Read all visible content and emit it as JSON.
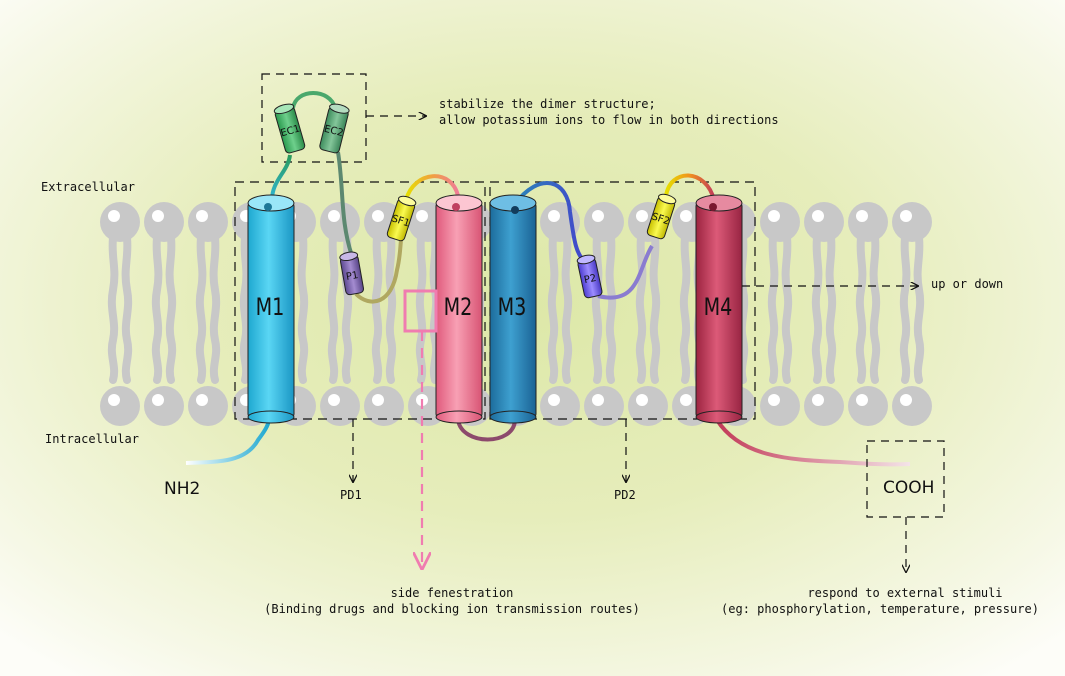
{
  "regions": {
    "extracellular": "Extracellular",
    "intracellular": "Intracellular"
  },
  "helices": {
    "m1": "M1",
    "m2": "M2",
    "m3": "M3",
    "m4": "M4"
  },
  "segments": {
    "ec1": "EC1",
    "ec2": "EC2",
    "sf1": "SF1",
    "sf2": "SF2",
    "p1": "P1",
    "p2": "P2"
  },
  "termini": {
    "n": "NH2",
    "c": "COOH"
  },
  "domains": {
    "pd1": "PD1",
    "pd2": "PD2"
  },
  "annotations": {
    "cap_line1": "stabilize the dimer structure;",
    "cap_line2": "allow potassium ions to flow in both directions",
    "m4_note": "up or down",
    "fenestration_title": "side fenestration",
    "fenestration_desc": "(Binding drugs and blocking ion transmission routes)",
    "cterm_title": "respond to external stimuli",
    "cterm_desc": "(eg: phosphorylation, temperature, pressure)"
  },
  "colors": {
    "m1": "#3ec6e8",
    "m2": "#f07c98",
    "m3": "#2a86b8",
    "m4": "#c23a58",
    "ec1": "#3aa860",
    "ec2": "#58a878",
    "sf": "#e6e000",
    "p1": "#7c63b0",
    "p2": "#6a58e8",
    "lipid": "#c8c8c8",
    "fenestration": "#f07cb0"
  }
}
